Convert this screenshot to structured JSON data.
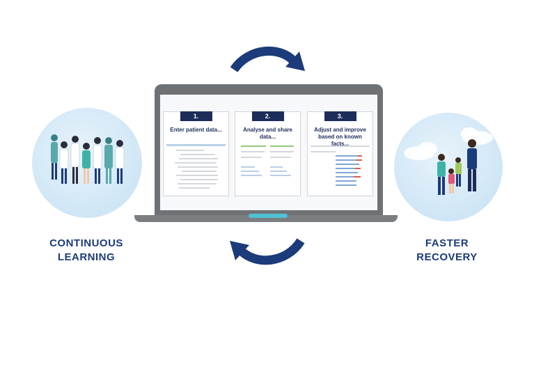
{
  "left_label": [
    "CONTINUOUS",
    "LEARNING"
  ],
  "right_label": [
    "FASTER",
    "RECOVERY"
  ],
  "steps": [
    {
      "number": "1.",
      "title": "Enter patient data..."
    },
    {
      "number": "2.",
      "title": "Analyse and share data..."
    },
    {
      "number": "3.",
      "title": "Adjust and improve based on known facts..."
    }
  ],
  "colors": {
    "navy": "#1c3b7a",
    "circle_bg": "#cfe6f6",
    "laptop": "#6f7275",
    "accent": "#4fc1d4"
  },
  "icons": [
    "cycle-arrow-top-icon",
    "cycle-arrow-bottom-icon",
    "medical-staff-icon",
    "family-walking-icon",
    "laptop-icon"
  ]
}
